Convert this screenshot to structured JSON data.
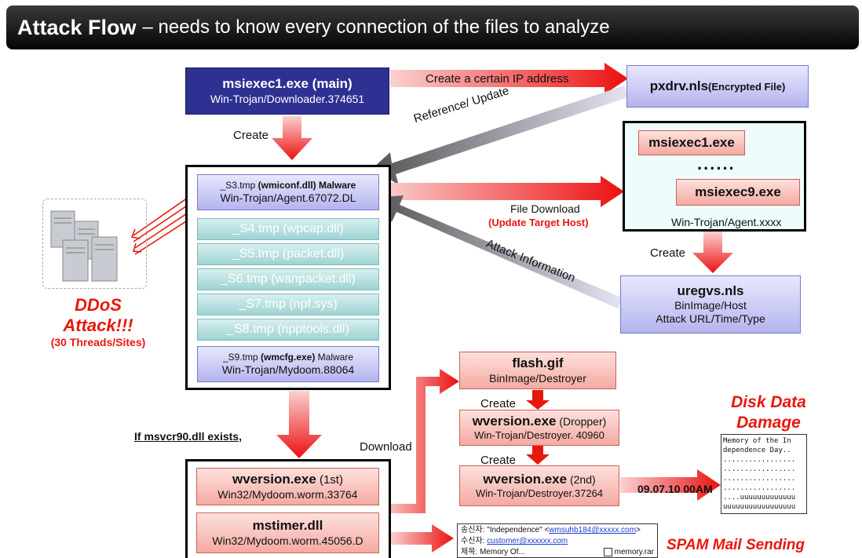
{
  "header": {
    "title_bold": "Attack Flow",
    "title_rest": "– needs to know every connection of the files to analyze"
  },
  "main_exe": {
    "name": "msiexec1.exe (main)",
    "detect": "Win-Trojan/Downloader.374651"
  },
  "labels": {
    "create_ip": "Create  a certain IP address",
    "create_1": "Create",
    "reference_update": "Reference/ Update",
    "file_download": "File Download",
    "update_target_host": "(Update Target Host)",
    "attack_information": "Attack Information",
    "create_2": "Create",
    "if_msvcr": "If msvcr90.dll exists,",
    "download": "Download",
    "create_3": "Create",
    "create_4": "Create",
    "timestamp": "09.07.10 00AM"
  },
  "pxdrv": {
    "name": "pxdrv.nls",
    "suffix": "(Encrypted File)"
  },
  "s3": {
    "name_pre": "_S3.tmp ",
    "name_dll": "(wmiconf.dll)",
    "name_post": " Malware",
    "detect": "Win-Trojan/Agent.67072.DL"
  },
  "tmp_files": [
    "_S4.tmp (wpcap.dll)",
    "_S5.tmp (packet.dll)",
    "_S6.tmp (wanpacket.dll)",
    "_S7.tmp (npf.sys)",
    "_S8.tmp (npptools.dll)"
  ],
  "s9": {
    "name_pre": "_S9.tmp ",
    "name_exe": "(wmcfg.exe)",
    "name_post": " Malware",
    "detect": "Win-Trojan/Mydoom.88064"
  },
  "agent_group": {
    "item1": "msiexec1.exe",
    "dots": "......",
    "item9": "msiexec9.exe",
    "detect": "Win-Trojan/Agent.xxxx"
  },
  "uregvs": {
    "name": "uregvs.nls",
    "line1": "BinImage/Host",
    "line2": "Attack URL/Time/Type"
  },
  "ddos": {
    "line1": "DDoS",
    "line2": "Attack!!!",
    "line3": "(30 Threads/Sites)"
  },
  "wversion1": {
    "name": "wversion.exe",
    "suffix": " (1st)",
    "detect": "Win32/Mydoom.worm.33764"
  },
  "mstimer": {
    "name": "mstimer.dll",
    "detect": "Win32/Mydoom.worm.45056.D"
  },
  "flash": {
    "name": "flash.gif",
    "detect": "BinImage/Destroyer"
  },
  "wversion_dropper": {
    "name": "wversion.exe",
    "suffix": " (Dropper)",
    "detect": "Win-Trojan/Destroyer. 40960"
  },
  "wversion2": {
    "name": "wversion.exe",
    "suffix": " (2nd)",
    "detect": "Win-Trojan/Destroyer.37264"
  },
  "disk": {
    "title1": "Disk Data",
    "title2": "Damage",
    "memo": "Memory of the In\ndependence Day..\n.................\n.................\n.................\n.................\n....uuuuuuuuuuuuu\nuuuuuuuuuuuuuuuuu"
  },
  "email": {
    "from_label": "송신자: ",
    "from_val": "\"Independence\" <",
    "from_link": "wmsuhb184@xxxxx.com",
    "from_end": ">",
    "to_label": "수신자: ",
    "to_link": "customer@xxxxxx.com",
    "subj_label": "제목: ",
    "subj_val": "Memory Of...",
    "attachment": "memory.rar"
  },
  "spam": "SPAM  Mail Sending",
  "colors": {
    "red": "#e8170d",
    "navy": "#2e3192",
    "lavender": "#c4c4f4",
    "teal": "#aad8d8",
    "pink": "#f8bcb4"
  }
}
